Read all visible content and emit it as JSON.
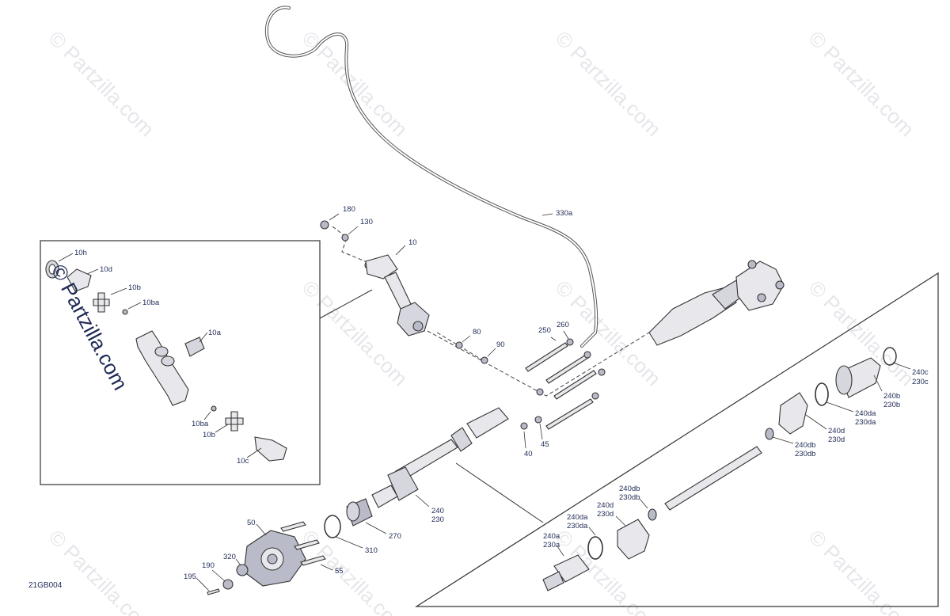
{
  "diagram_code": "21GB004",
  "watermark": {
    "small": "© Partzilla.com",
    "large": "© Partzilla.com"
  },
  "labels": {
    "l330a": "330a",
    "l180": "180",
    "l130": "130",
    "l10": "10",
    "l80": "80",
    "l90": "90",
    "l250": "250",
    "l260": "260",
    "l40": "40",
    "l45": "45",
    "l240": "240",
    "l230": "230",
    "l270": "270",
    "l310": "310",
    "l50": "50",
    "l55": "55",
    "l320": "320",
    "l190": "190",
    "l195": "195",
    "l10h": "10h",
    "l10d": "10d",
    "l10b_top": "10b",
    "l10ba_top": "10ba",
    "l10a": "10a",
    "l10ba_bot": "10ba",
    "l10b_bot": "10b",
    "l10c": "10c",
    "l240c": "240c",
    "l230c": "230c",
    "l240b": "240b",
    "l230b": "230b",
    "l240da_r": "240da",
    "l230da_r": "230da",
    "l240d_r": "240d",
    "l230d_r": "230d",
    "l240db_r": "240db",
    "l230db_r": "230db",
    "l240db_l": "240db",
    "l230db_l": "230db",
    "l240d_l": "240d",
    "l230d_l": "230d",
    "l240da_l": "240da",
    "l230da_l": "230da",
    "l240a": "240a",
    "l230a": "230a"
  }
}
